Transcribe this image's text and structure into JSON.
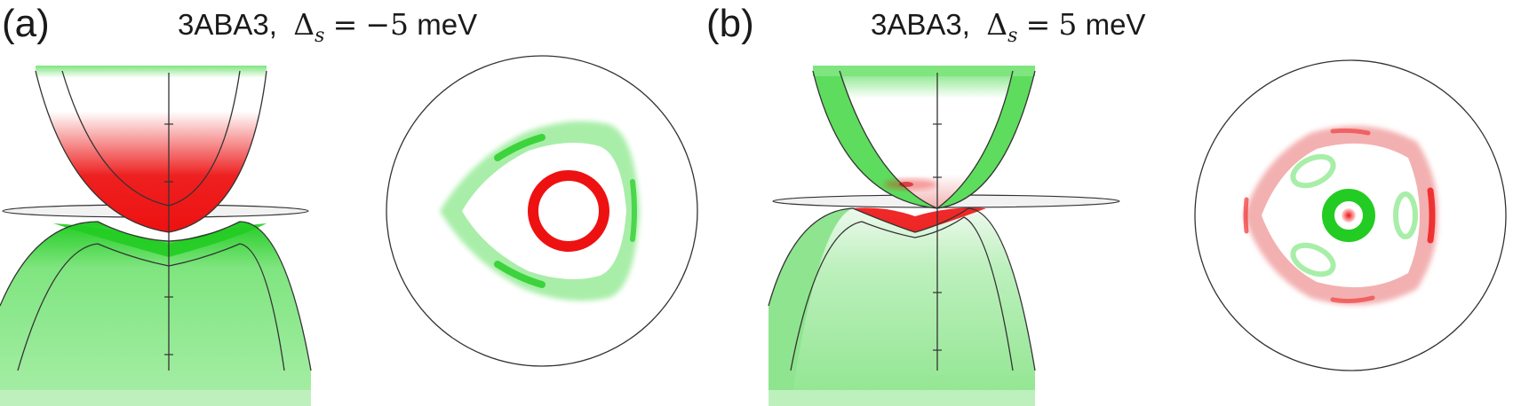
{
  "panels": [
    {
      "label": "(a)",
      "title": {
        "prefix": "3ABA3,",
        "delta_symbol": "Δ",
        "delta_subscript": "s",
        "equals": "=",
        "value": "−5",
        "unit": "meV"
      }
    },
    {
      "label": "(b)",
      "title": {
        "prefix": "3ABA3,",
        "delta_symbol": "Δ",
        "delta_subscript": "s",
        "equals": "=",
        "value": "5",
        "unit": "meV"
      }
    }
  ],
  "colors": {
    "green": "#2edc2e",
    "light_green": "#b8f2b8",
    "red": "#ee1111",
    "light_red": "#f6b3b3",
    "outline": "#333333"
  }
}
